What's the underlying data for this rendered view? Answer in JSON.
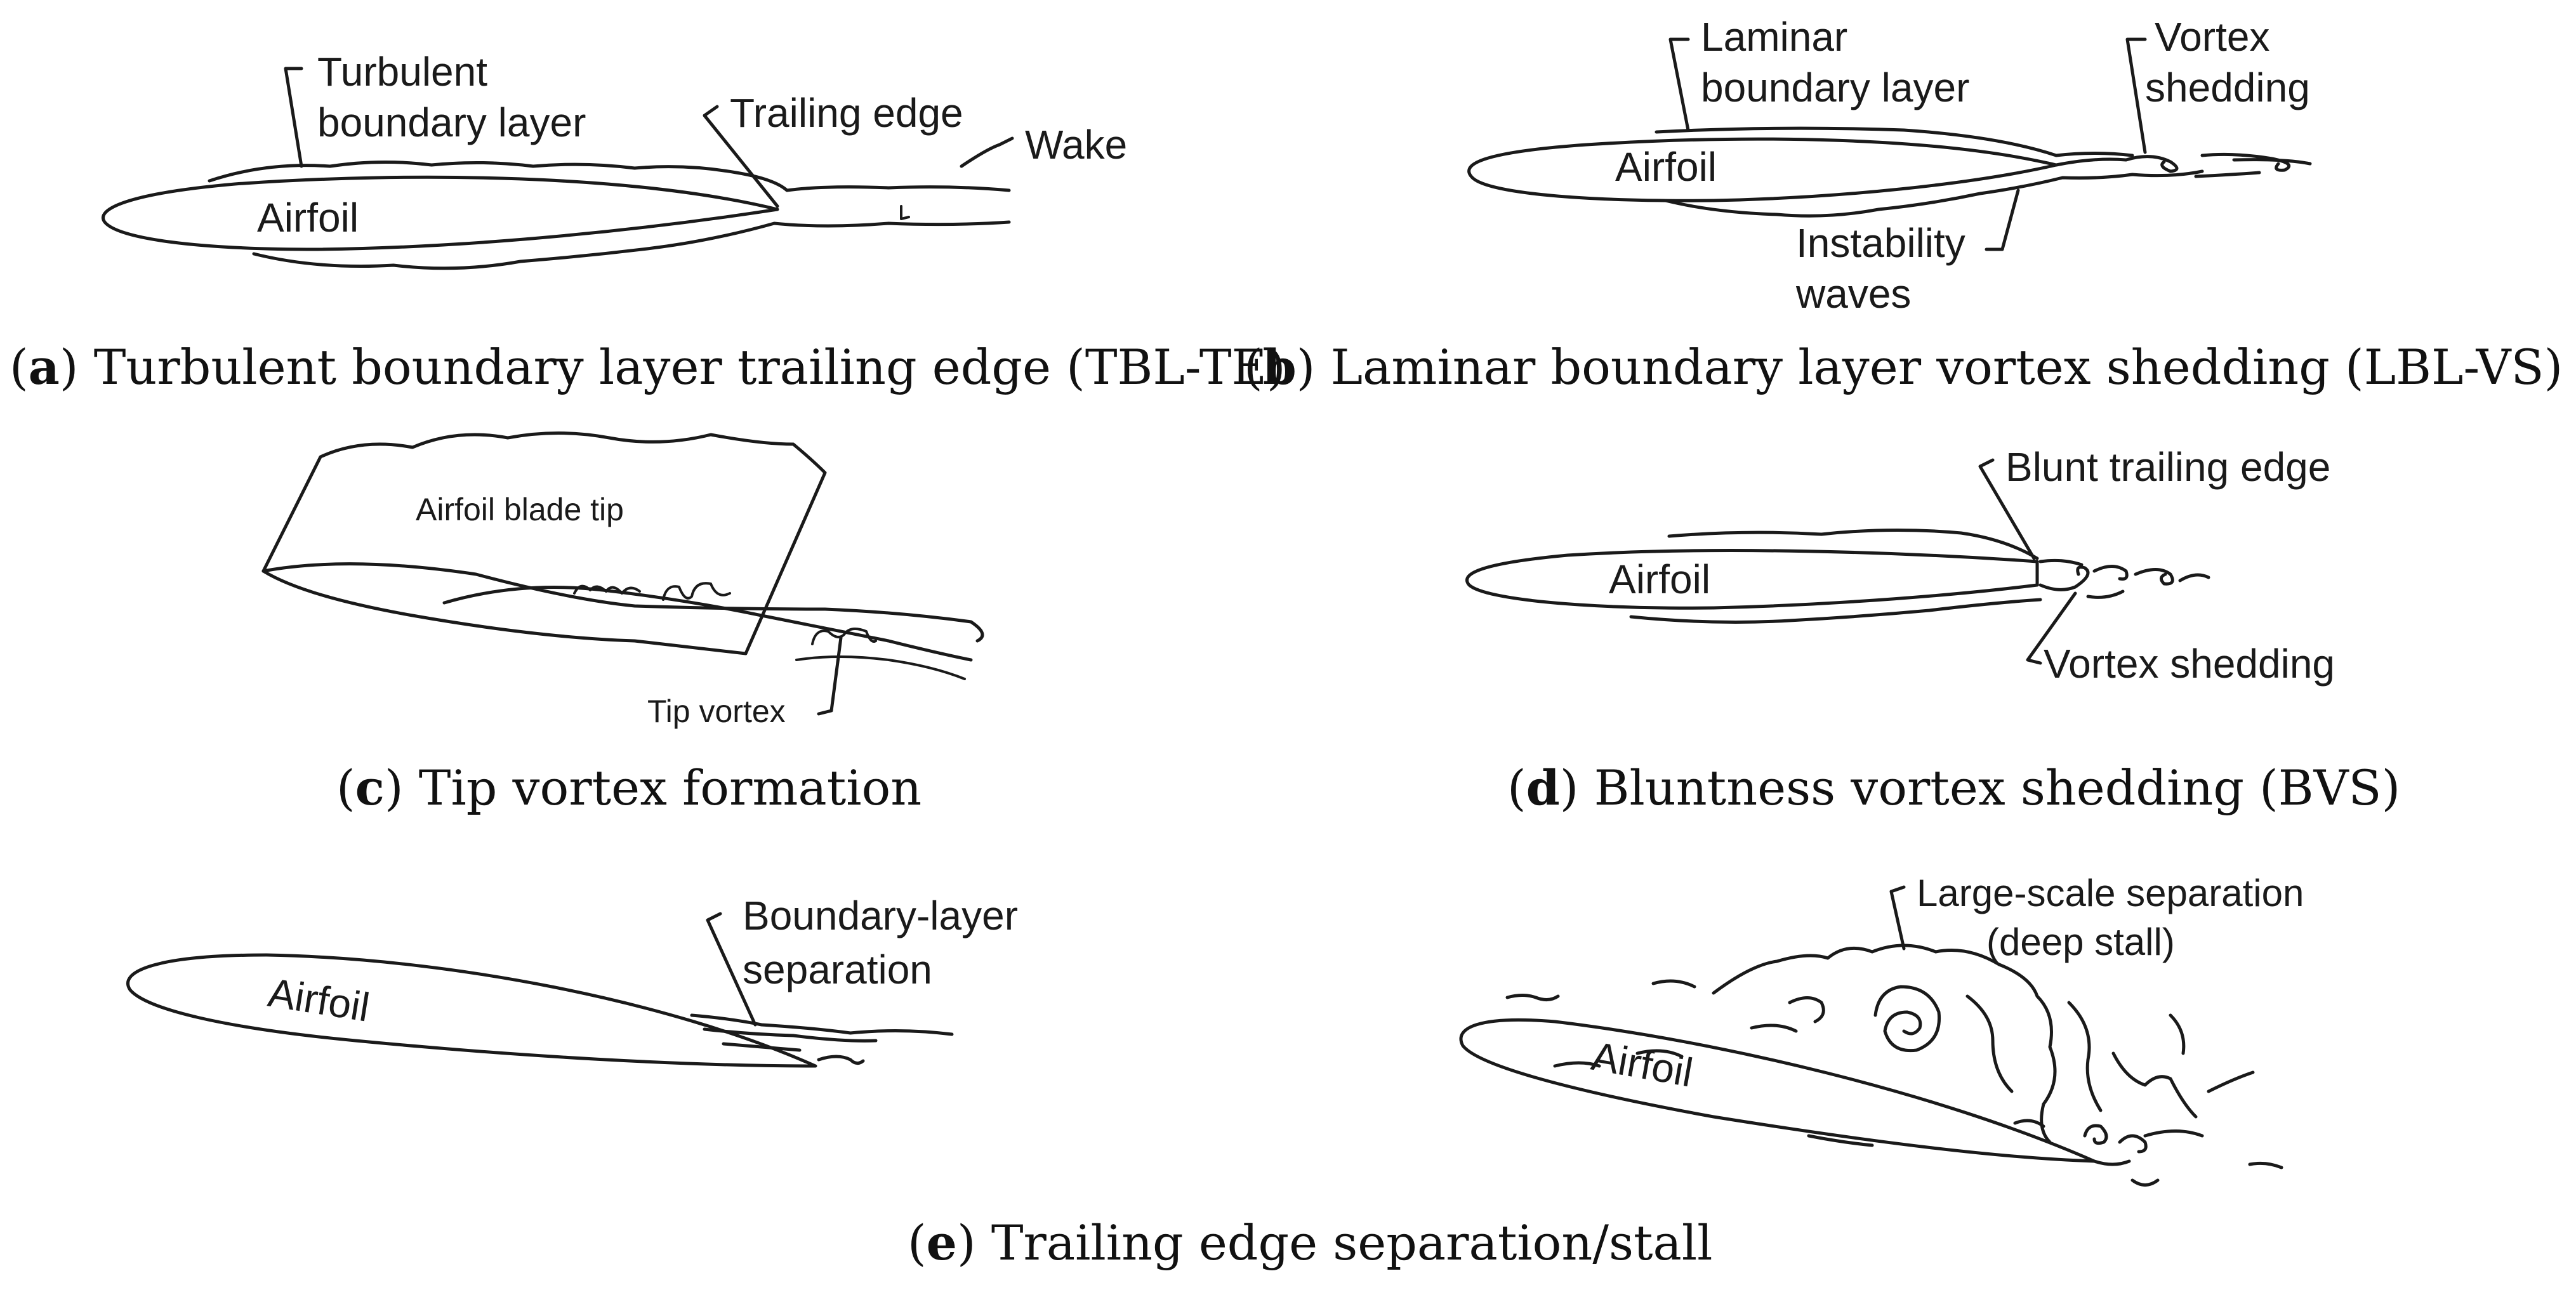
{
  "panels": {
    "a": {
      "labels": {
        "tbl": [
          "Turbulent",
          "boundary layer"
        ],
        "te": "Trailing edge",
        "wake": "Wake",
        "airfoil": "Airfoil"
      },
      "caption": {
        "open": "(",
        "letter": "a",
        "text": ") Turbulent boundary layer trailing edge (TBL-TE)"
      }
    },
    "b": {
      "labels": {
        "lbl": [
          "Laminar",
          "boundary layer"
        ],
        "vs": [
          "Vortex",
          "shedding"
        ],
        "airfoil": "Airfoil",
        "iw": [
          "Instability",
          "waves"
        ]
      },
      "caption": {
        "open": "(",
        "letter": "b",
        "text": ") Laminar boundary layer vortex shedding (LBL-VS)"
      }
    },
    "c": {
      "labels": {
        "blade": "Airfoil blade tip",
        "tip": "Tip vortex"
      },
      "caption": {
        "open": "(",
        "letter": "c",
        "text": ") Tip vortex formation"
      }
    },
    "d": {
      "labels": {
        "blunt": "Blunt trailing edge",
        "airfoil": "Airfoil",
        "vs": "Vortex shedding"
      },
      "caption": {
        "open": "(",
        "letter": "d",
        "text": ") Bluntness vortex shedding (BVS)"
      }
    },
    "e": {
      "labels": {
        "bls": [
          "Boundary-layer",
          "separation"
        ],
        "airfoil1": "Airfoil",
        "lss": [
          "Large-scale separation",
          "(deep stall)"
        ],
        "airfoil2": "Airfoil"
      },
      "caption": {
        "open": "(",
        "letter": "e",
        "text": ") Trailing edge separation/stall"
      }
    }
  }
}
